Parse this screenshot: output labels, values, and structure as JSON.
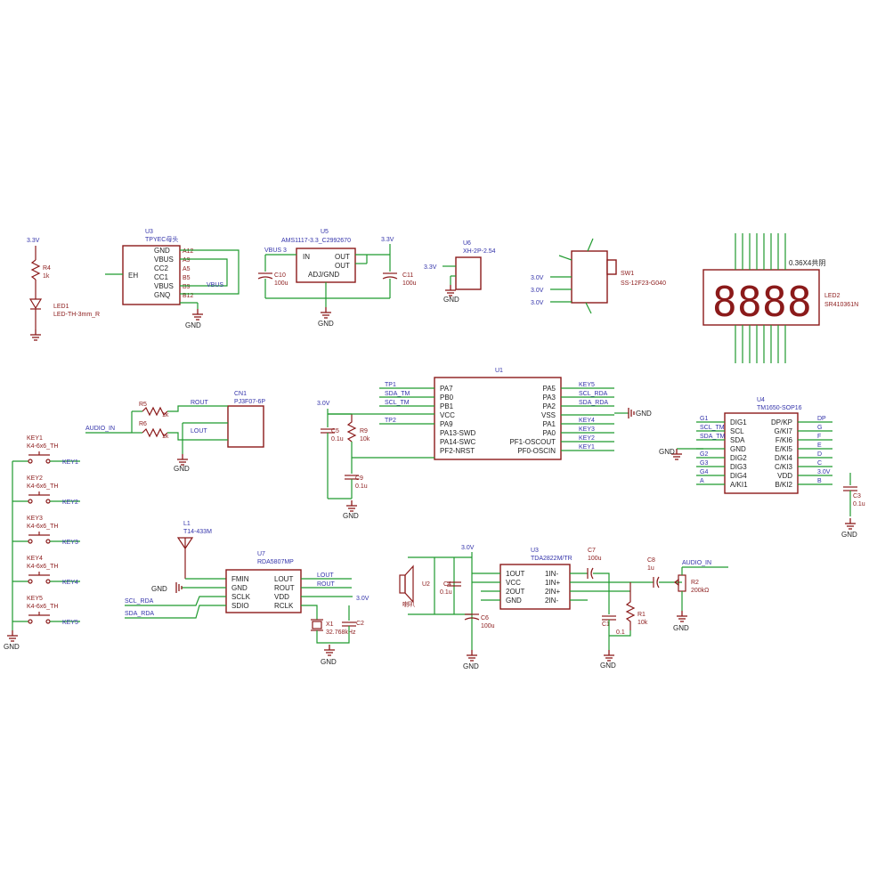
{
  "led_circuit": {
    "vcc": "3.3V",
    "r_ref": "R4",
    "r_val": "1k",
    "led_ref": "LED1",
    "led_val": "LED-TH-3mm_R"
  },
  "usb": {
    "ref": "U3",
    "val": "TPYEC母头",
    "pins_left": [
      "GND",
      "VBUS",
      "CC2",
      "CC1",
      "VBUS",
      "GNQ"
    ],
    "pin_nums": [
      "A12",
      "A9",
      "A5",
      "B5",
      "B9",
      "B12"
    ],
    "eh": "EH",
    "vbus_net": "VBUS",
    "gnd": "GND"
  },
  "ldo": {
    "ref": "U5",
    "val": "AMS1117-3.3_C2992670",
    "in_net": "VBUS 3",
    "out_net": "3.3V",
    "pins": [
      "IN",
      "OUT",
      "OUT",
      "ADJ/GND"
    ],
    "c_in_ref": "C10",
    "c_in_val": "100u",
    "c_out_ref": "C11",
    "c_out_val": "100u",
    "gnd": "GND"
  },
  "header": {
    "ref": "U6",
    "val": "XH-2P-2.54",
    "net": "3.3V",
    "gnd": "GND"
  },
  "switch": {
    "ref": "SW1",
    "val": "SS-12F23-G040",
    "net1": "3.0V",
    "net2": "3.0V",
    "net3": "3.0V"
  },
  "display": {
    "title": "0.36X4共阴",
    "ref": "LED2",
    "val": "SR410361N",
    "digits": [
      "8",
      "8",
      "8",
      "8"
    ]
  },
  "jack": {
    "ref": "CN1",
    "val": "PJ3F07-6P",
    "r5": "R5",
    "r6": "R6",
    "r_val": "1k",
    "rout": "ROUT",
    "lout": "LOUT",
    "audio_in": "AUDIO_IN",
    "gnd": "GND"
  },
  "mcu": {
    "ref": "U1",
    "vcc": "3.0V",
    "left_pins": [
      "PA7",
      "PB0",
      "PB1",
      "VCC",
      "PA9",
      "PA13-SWD",
      "PA14-SWC",
      "PF2-NRST"
    ],
    "right_pins": [
      "PA5",
      "PA3",
      "PA2",
      "VSS",
      "PA1",
      "PA0",
      "PF1-OSCOUT",
      "PF0-OSCIN"
    ],
    "left_nets": [
      "TP1",
      "SDA_TM",
      "SCL_TM",
      "",
      "TP2",
      "",
      "",
      ""
    ],
    "right_nets": [
      "KEY5",
      "SCL_RDA",
      "SDA_RDA",
      "",
      "KEY4",
      "KEY3",
      "KEY2",
      "KEY1"
    ],
    "c5_ref": "C5",
    "c5_val": "0.1u",
    "r9_ref": "R9",
    "r9_val": "10k",
    "c9_ref": "C9",
    "c9_val": "0.1u",
    "gnd": "GND"
  },
  "driver": {
    "ref": "U4",
    "val": "TM1650-SOP16",
    "left_pins": [
      "DIG1",
      "SCL",
      "SDA",
      "GND",
      "DIG2",
      "DIG3",
      "DIG4",
      "A/KI1"
    ],
    "right_pins": [
      "DP/KP",
      "G/KI7",
      "F/KI6",
      "E/KI5",
      "D/KI4",
      "C/KI3",
      "VDD",
      "B/KI2"
    ],
    "left_nets": [
      "G1",
      "SCL_TM",
      "SDA_TM",
      "",
      "G2",
      "G3",
      "G4",
      "A"
    ],
    "right_nets": [
      "DP",
      "G",
      "F",
      "E",
      "D",
      "C",
      "3.0V",
      "B"
    ],
    "c3_ref": "C3",
    "c3_val": "0.1u",
    "gnd": "GND"
  },
  "keys": [
    {
      "ref": "KEY1",
      "val": "K4-6x6_TH",
      "net": "KEY1"
    },
    {
      "ref": "KEY2",
      "val": "K4-6x6_TH",
      "net": "KEY2"
    },
    {
      "ref": "KEY3",
      "val": "K4-6x6_TH",
      "net": "KEY3"
    },
    {
      "ref": "KEY4",
      "val": "K4-6x6_TH",
      "net": "KEY4"
    },
    {
      "ref": "KEY5",
      "val": "K4-6x6_TH",
      "net": "KEY5"
    }
  ],
  "keys_gnd": "GND",
  "radio": {
    "ant_ref": "L1",
    "ant_val": "T14-433M",
    "ref": "U7",
    "val": "RDA5807MP",
    "left_pins": [
      "FMIN",
      "GND",
      "SCLK",
      "SDIO"
    ],
    "right_pins": [
      "LOUT",
      "ROUT",
      "VDD",
      "RCLK"
    ],
    "scl": "SCL_RDA",
    "sda": "SDA_RDA",
    "lout": "LOUT",
    "rout": "ROUT",
    "vdd": "3.0V",
    "x1_ref": "X1",
    "x1_val": "32.768kHz",
    "c2_ref": "C2",
    "gnd": "GND"
  },
  "amp": {
    "spk_ref": "U2",
    "spk_val": "喇叭",
    "c4_ref": "C4",
    "c4_val": "0.1u",
    "c6_ref": "C6",
    "c6_val": "100u",
    "vcc": "3.0V",
    "ref": "U3",
    "val": "TDA2822M/TR",
    "left_pins": [
      "1OUT",
      "VCC",
      "2OUT",
      "GND"
    ],
    "right_pins": [
      "1IN-",
      "1IN+",
      "2IN+",
      "2IN-"
    ],
    "c7_ref": "C7",
    "c7_val": "100u",
    "c8_ref": "C8",
    "c8_val": "1u",
    "c1_ref": "C1",
    "c1_val": "0.1",
    "r1_ref": "R1",
    "r1_val": "10k",
    "r2_ref": "R2",
    "r2_val": "200kΩ",
    "audio_in": "AUDIO_IN",
    "gnd": "GND"
  }
}
